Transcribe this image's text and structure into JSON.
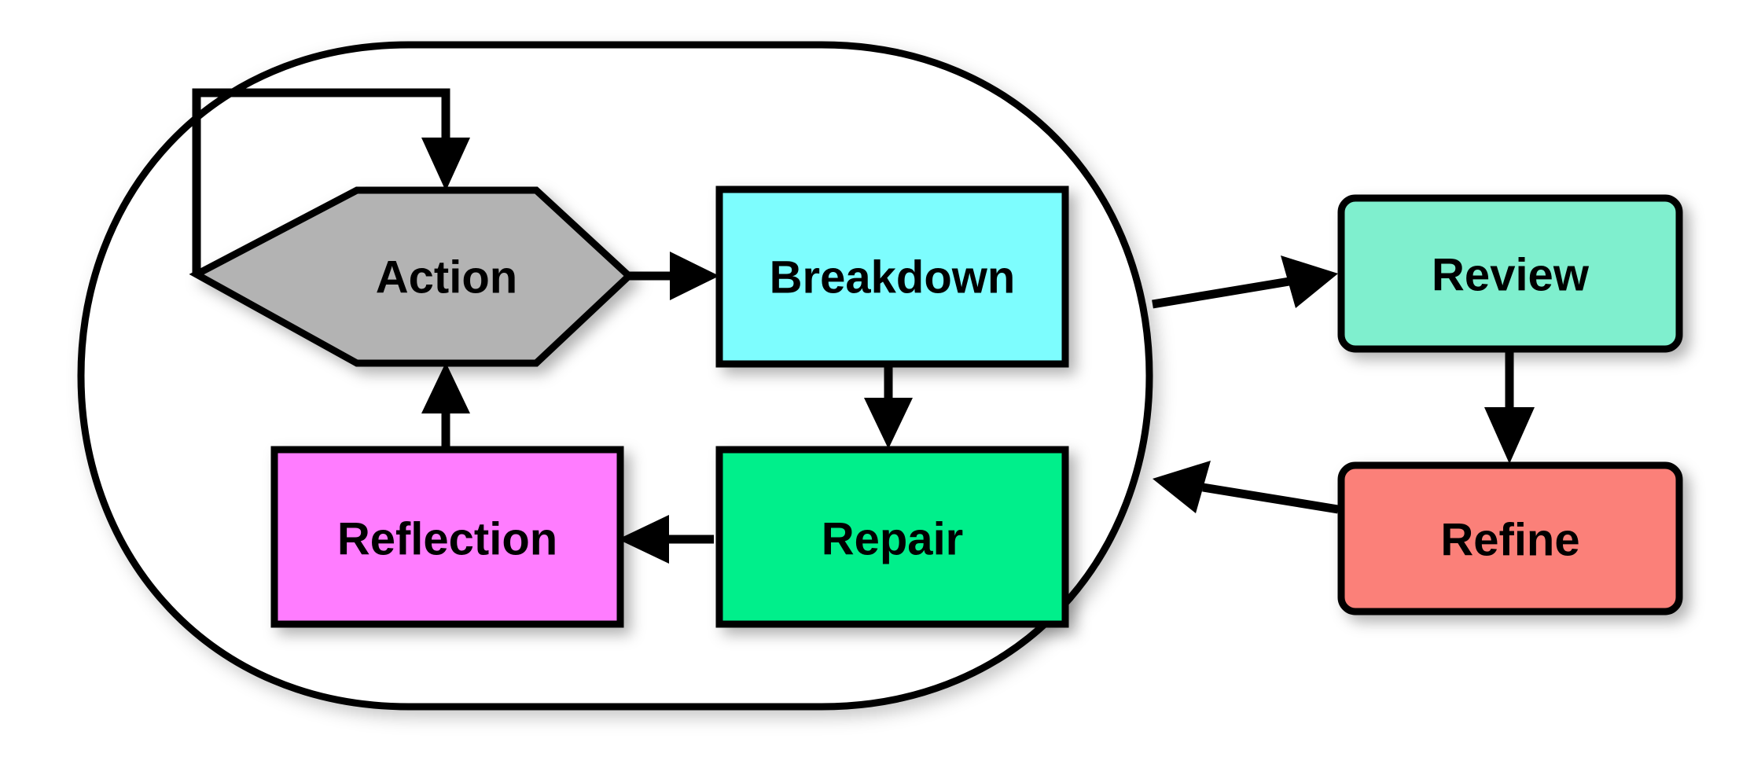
{
  "diagram": {
    "type": "flowchart",
    "title": "",
    "background_color": "#FFFFFF",
    "edge_color": "#000000",
    "container": {
      "name": "inner-loop-container",
      "shape": "stadium",
      "fill": "#FFFFFF",
      "stroke": "#000000",
      "label": ""
    },
    "nodes": [
      {
        "id": "action",
        "label": "Action",
        "shape": "hexagon",
        "fill": "#B3B3B3",
        "stroke": "#000000",
        "group": "inner"
      },
      {
        "id": "breakdown",
        "label": "Breakdown",
        "shape": "rect",
        "fill": "#7DFDFE",
        "stroke": "#000000",
        "group": "inner"
      },
      {
        "id": "repair",
        "label": "Repair",
        "shape": "rect",
        "fill": "#00EF8B",
        "stroke": "#000000",
        "group": "inner"
      },
      {
        "id": "reflection",
        "label": "Reflection",
        "shape": "rect",
        "fill": "#FF7BFF",
        "stroke": "#000000",
        "group": "inner"
      },
      {
        "id": "review",
        "label": "Review",
        "shape": "rounded-rect",
        "fill": "#7FEFCE",
        "stroke": "#000000",
        "group": "outer"
      },
      {
        "id": "refine",
        "label": "Refine",
        "shape": "rounded-rect",
        "fill": "#FB8079",
        "stroke": "#000000",
        "group": "outer"
      }
    ],
    "edges": [
      {
        "id": "action-self",
        "from": "action",
        "to": "action",
        "label": "",
        "style": "orthogonal"
      },
      {
        "id": "action-breakdown",
        "from": "action",
        "to": "breakdown",
        "label": "",
        "style": "straight"
      },
      {
        "id": "breakdown-repair",
        "from": "breakdown",
        "to": "repair",
        "label": "",
        "style": "straight"
      },
      {
        "id": "repair-reflection",
        "from": "repair",
        "to": "reflection",
        "label": "",
        "style": "straight"
      },
      {
        "id": "reflection-action",
        "from": "reflection",
        "to": "action",
        "label": "",
        "style": "straight"
      },
      {
        "id": "container-review",
        "from": "inner-loop-container",
        "to": "review",
        "label": "",
        "style": "straight"
      },
      {
        "id": "review-refine",
        "from": "review",
        "to": "refine",
        "label": "",
        "style": "straight"
      },
      {
        "id": "refine-container",
        "from": "refine",
        "to": "inner-loop-container",
        "label": "",
        "style": "straight"
      }
    ]
  }
}
